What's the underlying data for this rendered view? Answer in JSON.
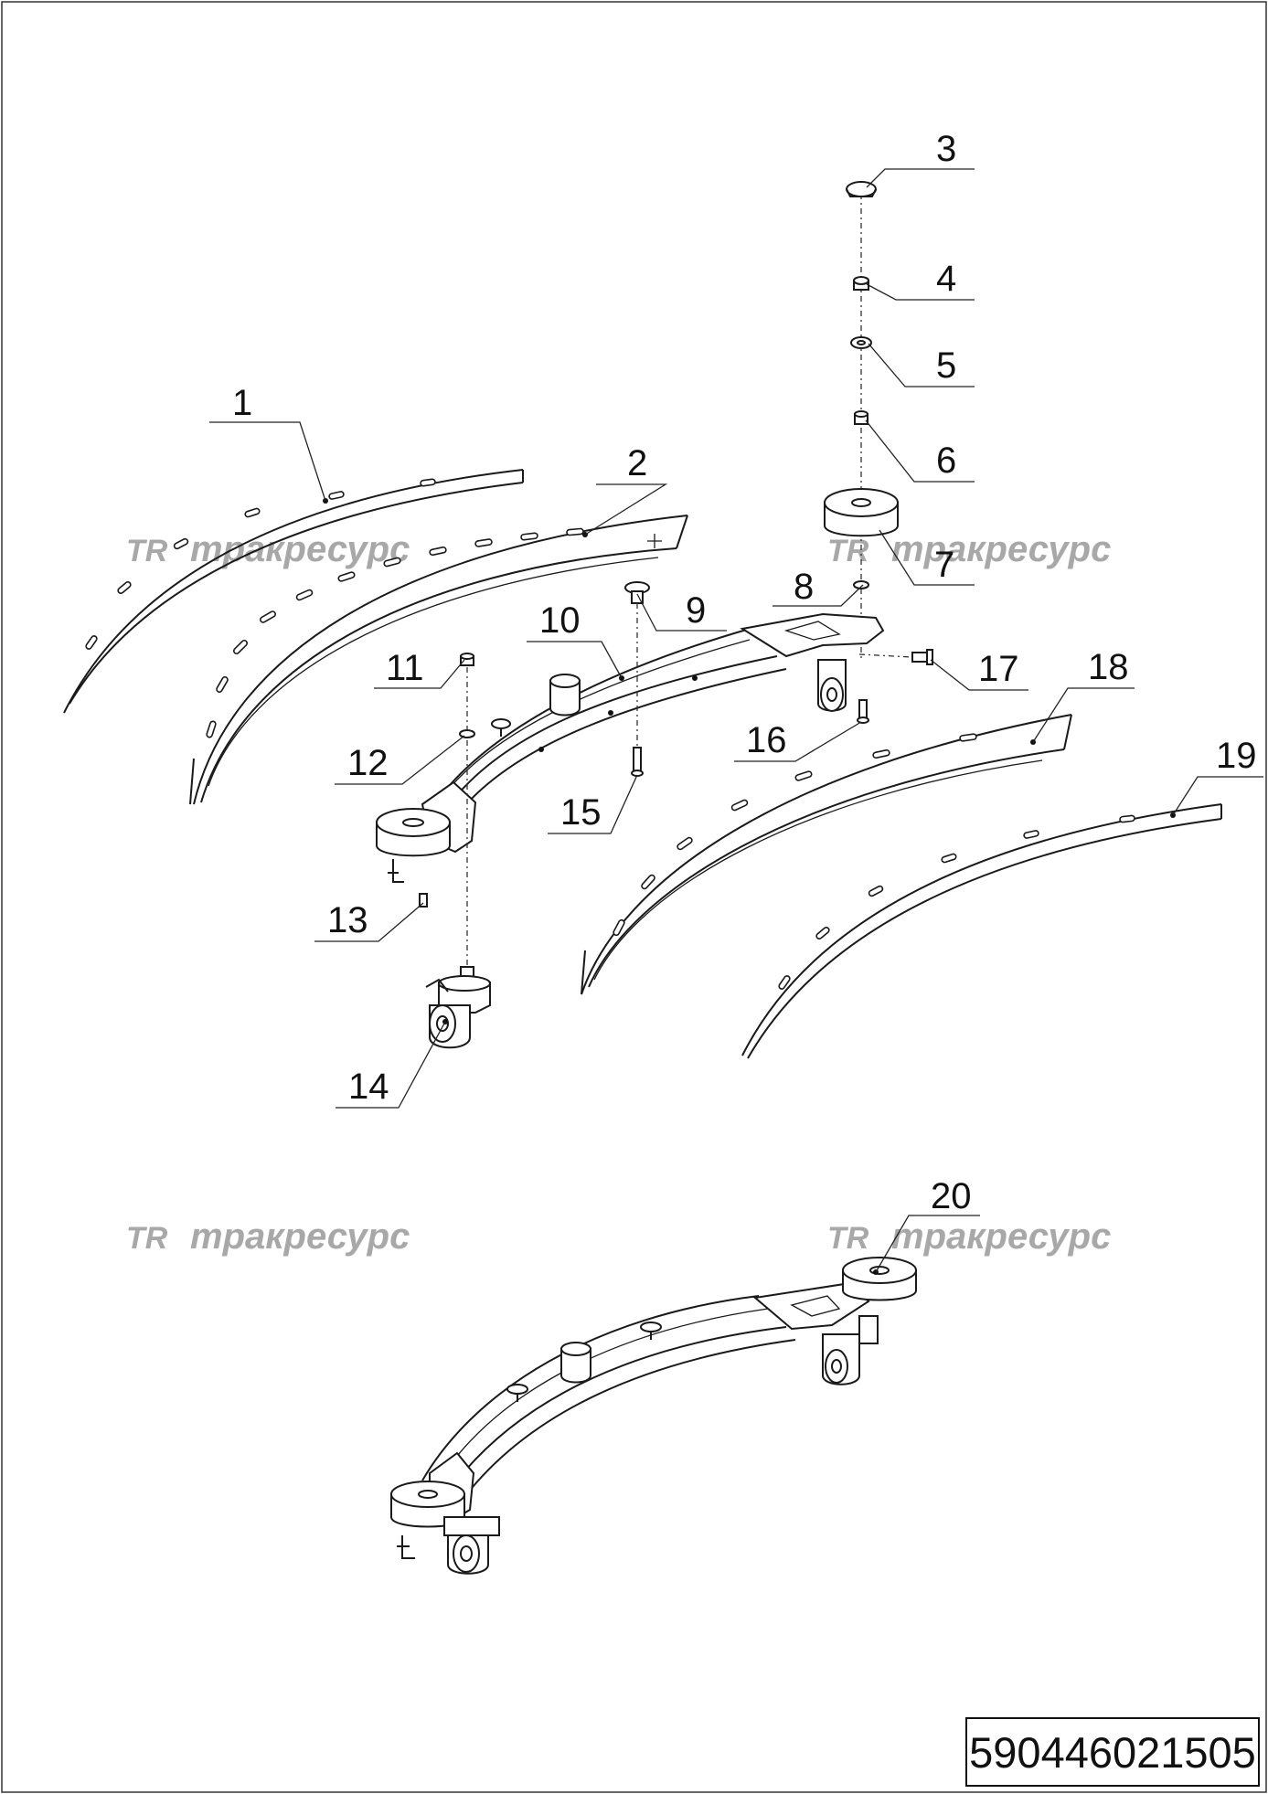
{
  "watermark": {
    "logo": "TR",
    "text": "тракресурс"
  },
  "callouts": {
    "c1": "1",
    "c2": "2",
    "c3": "3",
    "c4": "4",
    "c5": "5",
    "c6": "6",
    "c7": "7",
    "c8": "8",
    "c9": "9",
    "c10": "10",
    "c11": "11",
    "c12": "12",
    "c13": "13",
    "c14": "14",
    "c15": "15",
    "c16": "16",
    "c17": "17",
    "c18": "18",
    "c19": "19",
    "c20": "20"
  },
  "document_number": "590446021505"
}
